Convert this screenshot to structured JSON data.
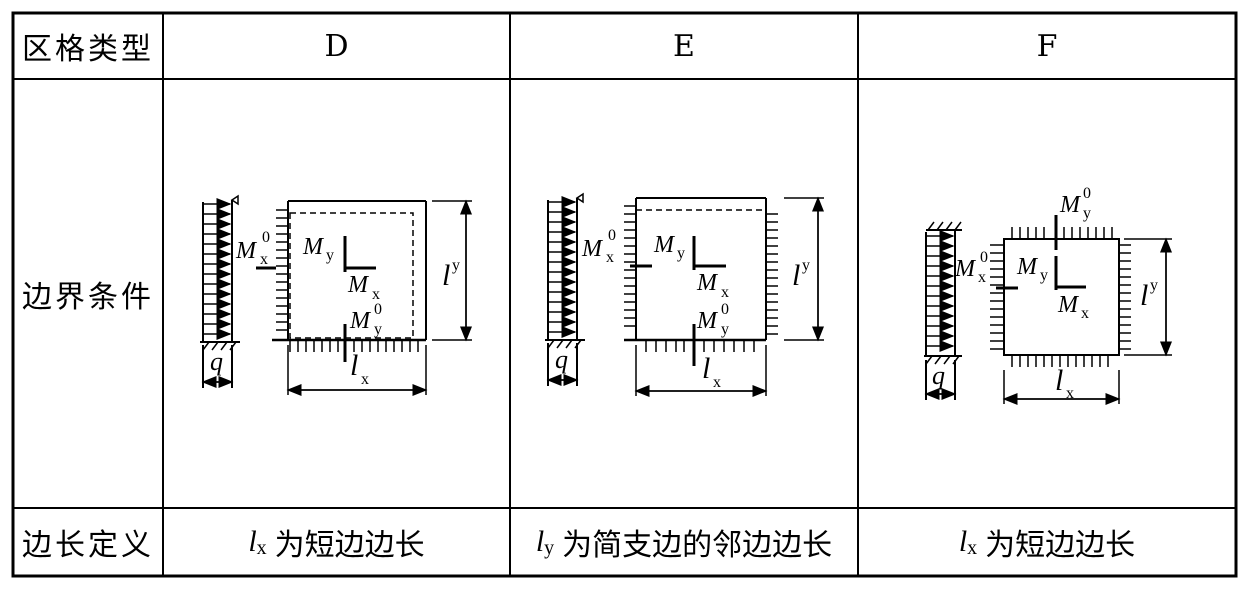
{
  "table": {
    "header": {
      "row_label": "区格类型",
      "columns": [
        "D",
        "E",
        "F"
      ]
    },
    "rows": [
      {
        "label": "边界条件"
      },
      {
        "label": "边长定义",
        "cells": [
          {
            "var": "l",
            "sub": "x",
            "text": "为短边边长"
          },
          {
            "var": "l",
            "sub": "y",
            "text": "为简支边的邻边边长"
          },
          {
            "var": "l",
            "sub": "x",
            "text": "为短边边长"
          }
        ]
      }
    ]
  },
  "diagram_labels": {
    "moment_x_edge": "M",
    "moment_sub_x": "x",
    "moment_sub_y": "y",
    "moment_sup": "0",
    "length": "l",
    "load": "q"
  }
}
